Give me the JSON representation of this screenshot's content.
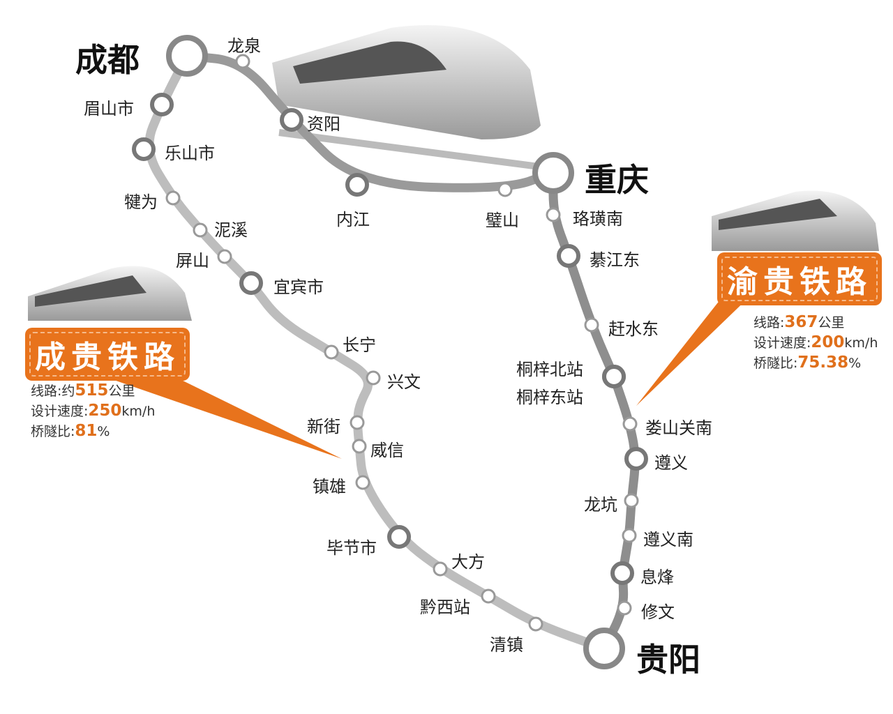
{
  "colors": {
    "accent": "#e8731c",
    "line_cheng_yu": "#9a9a9a",
    "line_yu_gui": "#8e8e8e",
    "line_cheng_gui": "#bdbdbd"
  },
  "cities": {
    "chengdu": "成都",
    "chongqing": "重庆",
    "guiyang": "贵阳"
  },
  "lines": {
    "cheng_yu": [
      "龙泉",
      "资阳",
      "内江",
      "璧山"
    ],
    "yu_gui": [
      "珞璜南",
      "綦江东",
      "赶水东",
      "桐梓北站",
      "桐梓东站",
      "娄山关南",
      "遵义",
      "龙坑",
      "遵义南",
      "息烽",
      "修文"
    ],
    "cheng_gui": [
      "眉山市",
      "乐山市",
      "犍为",
      "泥溪",
      "屏山",
      "宜宾市",
      "长宁",
      "兴文",
      "新街",
      "威信",
      "镇雄",
      "毕节市",
      "大方",
      "黔西站",
      "清镇"
    ]
  },
  "cheng_gui_box": {
    "title": "成贵铁路",
    "length_label": "线路:",
    "length_prefix": "约",
    "length": "515",
    "length_unit": "公里",
    "speed_label": "设计速度:",
    "speed": "250",
    "speed_unit": "km/h",
    "ratio_label": "桥隧比:",
    "ratio": "81",
    "ratio_unit": "%"
  },
  "yu_gui_box": {
    "title": "渝贵铁路",
    "length_label": "线路:",
    "length": "367",
    "length_unit": "公里",
    "speed_label": "设计速度:",
    "speed": "200",
    "speed_unit": "km/h",
    "ratio_label": "桥隧比:",
    "ratio": "75.38",
    "ratio_unit": "%"
  }
}
